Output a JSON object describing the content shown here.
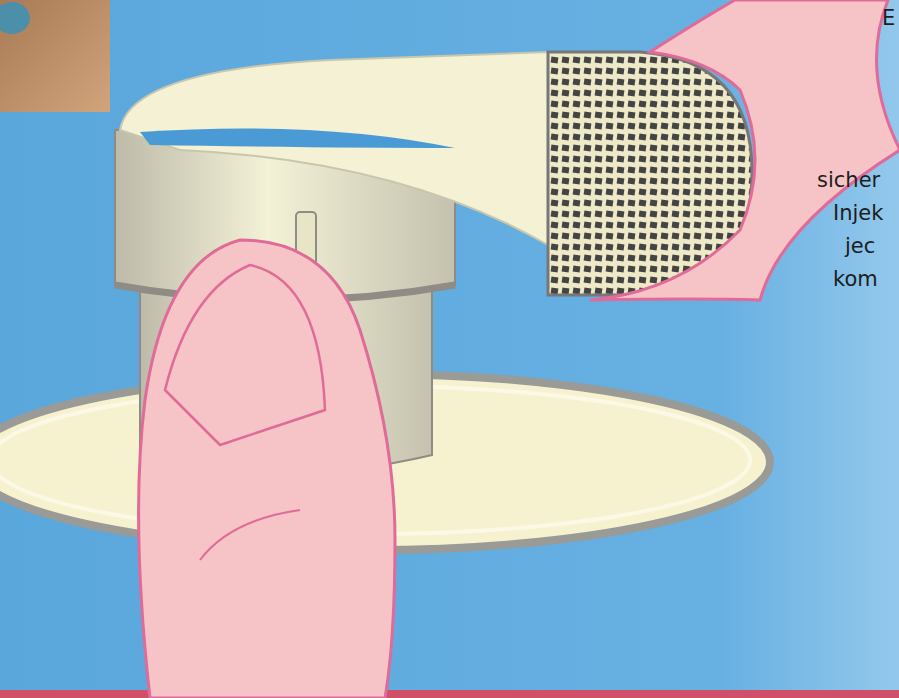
{
  "diagram": {
    "labels": [
      "E",
      "sicher",
      "Injek",
      "jec",
      "kom"
    ]
  }
}
